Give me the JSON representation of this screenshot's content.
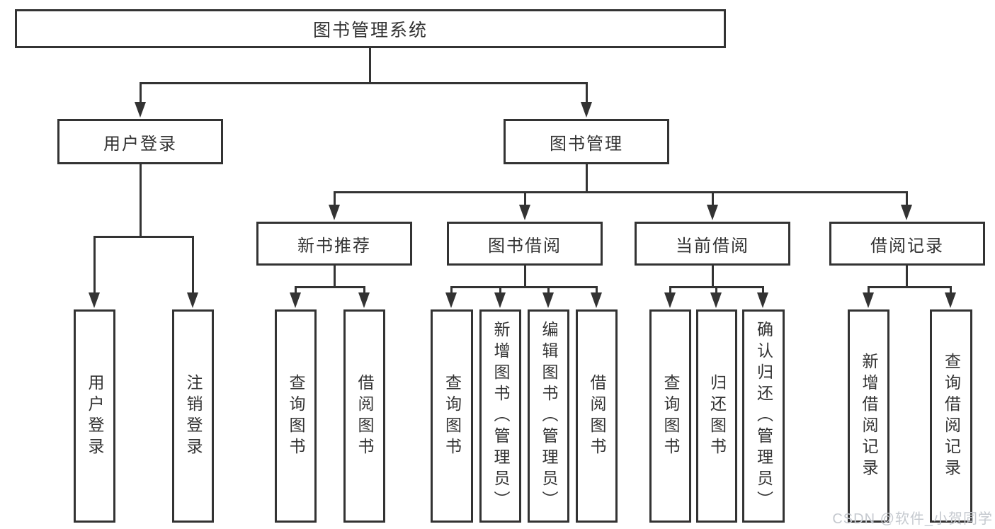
{
  "nodes": {
    "root": "图书管理系统",
    "level1": [
      "用户登录",
      "图书管理"
    ],
    "level2": [
      "新书推荐",
      "图书借阅",
      "当前借阅",
      "借阅记录"
    ],
    "leaves_user_login": [
      "用户登录",
      "注销登录"
    ],
    "leaves_new_book": [
      "查询图书",
      "借阅图书"
    ],
    "leaves_borrow": [
      "查询图书",
      "新增图书（管理员）",
      "编辑图书（管理员）",
      "借阅图书"
    ],
    "leaves_current": [
      "查询图书",
      "归还图书",
      "确认归还（管理员）"
    ],
    "leaves_record": [
      "新增借阅记录",
      "查询借阅记录"
    ]
  },
  "watermark": "CSDN @软件_小贺同学",
  "colors": {
    "line": "#333333",
    "text": "#333333",
    "background": "#ffffff",
    "watermark": "#c5c9cf"
  }
}
